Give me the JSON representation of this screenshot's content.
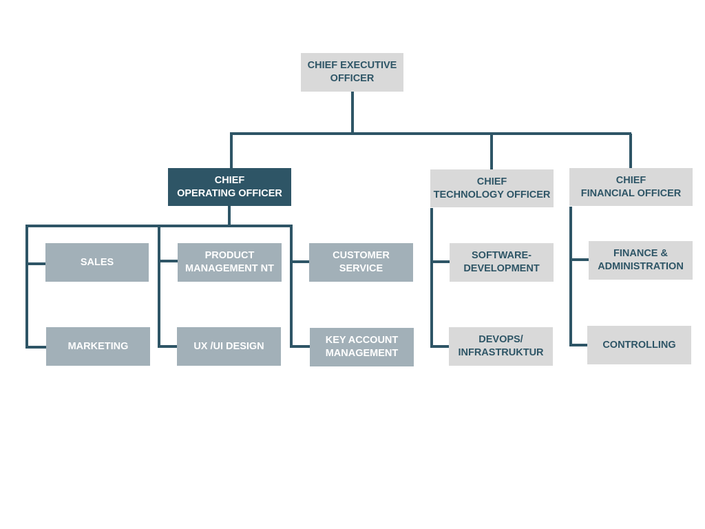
{
  "colors": {
    "line": "#2e5566",
    "light_box": "#d9d9d9",
    "mid_box": "#a2b0b8",
    "dark_box": "#2e5566",
    "dark_text": "#2e5566",
    "light_text": "#ffffff"
  },
  "ceo": {
    "line1": "CHIEF EXECUTIVE",
    "line2": "OFFICER"
  },
  "coo": {
    "line1": "CHIEF",
    "line2": "OPERATING OFFICER",
    "units": {
      "sales": "SALES",
      "marketing": "MARKETING",
      "product_management": {
        "line1": "PRODUCT",
        "line2": "MANAGEMENT NT"
      },
      "ux_ui_design": "UX /UI DESIGN",
      "customer_service": {
        "line1": "CUSTOMER",
        "line2": "SERVICE"
      },
      "key_account": {
        "line1": "KEY ACCOUNT",
        "line2": "MANAGEMENT"
      }
    }
  },
  "cto": {
    "line1": "CHIEF",
    "line2": "TECHNOLOGY OFFICER",
    "units": {
      "software_development": {
        "line1": "SOFTWARE-",
        "line2": "DEVELOPMENT"
      },
      "devops": {
        "line1": "DEVOPS/",
        "line2": "INFRASTRUKTUR"
      }
    }
  },
  "cfo": {
    "line1": "CHIEF",
    "line2": "FINANCIAL OFFICER",
    "units": {
      "finance_admin": {
        "line1": "FINANCE &",
        "line2": "ADMINISTRATION"
      },
      "controlling": "CONTROLLING"
    }
  }
}
